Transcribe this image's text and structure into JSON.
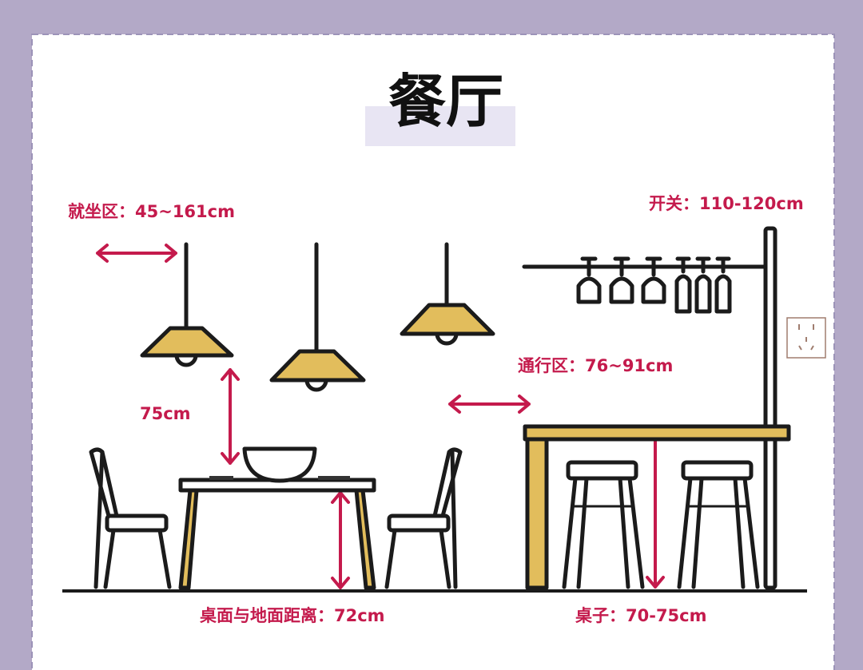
{
  "title": "餐厅",
  "labels": {
    "seating_zone": "就坐区：45~161cm",
    "switch_height": "开关：110-120cm",
    "passage_zone": "通行区：76~91cm",
    "lamp_to_table": "75cm",
    "table_to_floor": "桌面与地面距离：72cm",
    "bar_table": "桌子：70-75cm"
  },
  "colors": {
    "background": "#b3a9c7",
    "card": "#ffffff",
    "accent_red": "#c41a4c",
    "wood_yellow": "#e2bd5c",
    "title_highlight": "#e8e5f3"
  }
}
